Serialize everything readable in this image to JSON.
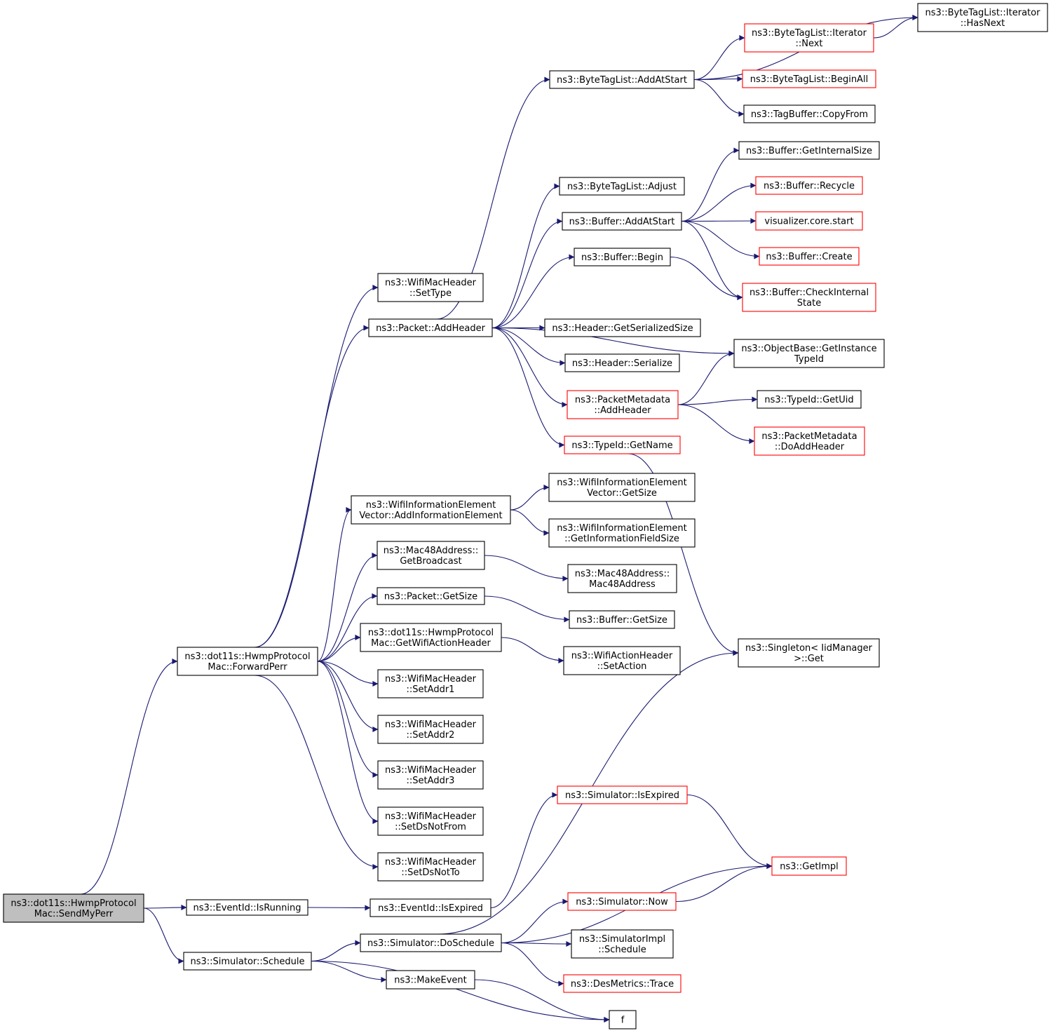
{
  "colors": {
    "edge": "#191970",
    "normal_border": "#000000",
    "truncated_border": "#ff0000",
    "root_fill": "#bfbfbf",
    "fill": "#ffffff"
  },
  "nodes": [
    {
      "id": "sendmyperr",
      "lines": [
        "ns3::dot11s::HwmpProtocol",
        "Mac::SendMyPerr"
      ],
      "style": "root"
    },
    {
      "id": "forwardperr",
      "lines": [
        "ns3::dot11s::HwmpProtocol",
        "Mac::ForwardPerr"
      ],
      "style": "normal"
    },
    {
      "id": "eventid_isrunning",
      "lines": [
        "ns3::EventId::IsRunning"
      ],
      "style": "normal"
    },
    {
      "id": "sim_schedule",
      "lines": [
        "ns3::Simulator::Schedule"
      ],
      "style": "normal"
    },
    {
      "id": "settype",
      "lines": [
        "ns3::WifiMacHeader",
        "::SetType"
      ],
      "style": "normal"
    },
    {
      "id": "packet_addheader",
      "lines": [
        "ns3::Packet::AddHeader"
      ],
      "style": "normal"
    },
    {
      "id": "addinfoelem",
      "lines": [
        "ns3::WifiInformationElement",
        "Vector::AddInformationElement"
      ],
      "style": "normal"
    },
    {
      "id": "getbroadcast",
      "lines": [
        "ns3::Mac48Address::",
        "GetBroadcast"
      ],
      "style": "normal"
    },
    {
      "id": "packet_getsize",
      "lines": [
        "ns3::Packet::GetSize"
      ],
      "style": "normal"
    },
    {
      "id": "getwifiactionheader",
      "lines": [
        "ns3::dot11s::HwmpProtocol",
        "Mac::GetWifiActionHeader"
      ],
      "style": "normal"
    },
    {
      "id": "setaddr1",
      "lines": [
        "ns3::WifiMacHeader",
        "::SetAddr1"
      ],
      "style": "normal"
    },
    {
      "id": "setaddr2",
      "lines": [
        "ns3::WifiMacHeader",
        "::SetAddr2"
      ],
      "style": "normal"
    },
    {
      "id": "setaddr3",
      "lines": [
        "ns3::WifiMacHeader",
        "::SetAddr3"
      ],
      "style": "normal"
    },
    {
      "id": "setdsnotfrom",
      "lines": [
        "ns3::WifiMacHeader",
        "::SetDsNotFrom"
      ],
      "style": "normal"
    },
    {
      "id": "setdsnotto",
      "lines": [
        "ns3::WifiMacHeader",
        "::SetDsNotTo"
      ],
      "style": "normal"
    },
    {
      "id": "eventid_isexpired",
      "lines": [
        "ns3::EventId::IsExpired"
      ],
      "style": "normal"
    },
    {
      "id": "sim_doschedule",
      "lines": [
        "ns3::Simulator::DoSchedule"
      ],
      "style": "normal"
    },
    {
      "id": "makeevent",
      "lines": [
        "ns3::MakeEvent"
      ],
      "style": "normal"
    },
    {
      "id": "bytetag_addatstart",
      "lines": [
        "ns3::ByteTagList::AddAtStart"
      ],
      "style": "normal"
    },
    {
      "id": "bytetag_adjust",
      "lines": [
        "ns3::ByteTagList::Adjust"
      ],
      "style": "normal"
    },
    {
      "id": "buffer_addatstart",
      "lines": [
        "ns3::Buffer::AddAtStart"
      ],
      "style": "normal"
    },
    {
      "id": "buffer_begin",
      "lines": [
        "ns3::Buffer::Begin"
      ],
      "style": "normal"
    },
    {
      "id": "header_getserializedsize",
      "lines": [
        "ns3::Header::GetSerializedSize"
      ],
      "style": "normal"
    },
    {
      "id": "header_serialize",
      "lines": [
        "ns3::Header::Serialize"
      ],
      "style": "normal"
    },
    {
      "id": "pm_addheader",
      "lines": [
        "ns3::PacketMetadata",
        "::AddHeader"
      ],
      "style": "truncated"
    },
    {
      "id": "typeid_getname",
      "lines": [
        "ns3::TypeId::GetName"
      ],
      "style": "truncated"
    },
    {
      "id": "wie_getsize",
      "lines": [
        "ns3::WifiInformationElement",
        "Vector::GetSize"
      ],
      "style": "normal"
    },
    {
      "id": "wie_getinfofieldsize",
      "lines": [
        "ns3::WifiInformationElement",
        "::GetInformationFieldSize"
      ],
      "style": "normal"
    },
    {
      "id": "mac48address",
      "lines": [
        "ns3::Mac48Address::",
        "Mac48Address"
      ],
      "style": "normal"
    },
    {
      "id": "buffer_getsize",
      "lines": [
        "ns3::Buffer::GetSize"
      ],
      "style": "normal"
    },
    {
      "id": "wifiactionheader_setaction",
      "lines": [
        "ns3::WifiActionHeader",
        "::SetAction"
      ],
      "style": "normal"
    },
    {
      "id": "sim_isexpired",
      "lines": [
        "ns3::Simulator::IsExpired"
      ],
      "style": "truncated"
    },
    {
      "id": "sim_now",
      "lines": [
        "ns3::Simulator::Now"
      ],
      "style": "truncated"
    },
    {
      "id": "simimpl_schedule",
      "lines": [
        "ns3::SimulatorImpl",
        "::Schedule"
      ],
      "style": "normal"
    },
    {
      "id": "desmetrics_trace",
      "lines": [
        "ns3::DesMetrics::Trace"
      ],
      "style": "truncated"
    },
    {
      "id": "f",
      "lines": [
        "f"
      ],
      "style": "normal"
    },
    {
      "id": "iter_hasnext",
      "lines": [
        "ns3::ByteTagList::Iterator",
        "::HasNext"
      ],
      "style": "normal"
    },
    {
      "id": "iter_next",
      "lines": [
        "ns3::ByteTagList::Iterator",
        "::Next"
      ],
      "style": "truncated"
    },
    {
      "id": "bytetag_beginall",
      "lines": [
        "ns3::ByteTagList::BeginAll"
      ],
      "style": "truncated"
    },
    {
      "id": "tagbuffer_copyfrom",
      "lines": [
        "ns3::TagBuffer::CopyFrom"
      ],
      "style": "normal"
    },
    {
      "id": "buffer_getinternalsize",
      "lines": [
        "ns3::Buffer::GetInternalSize"
      ],
      "style": "normal"
    },
    {
      "id": "buffer_recycle",
      "lines": [
        "ns3::Buffer::Recycle"
      ],
      "style": "truncated"
    },
    {
      "id": "viz_core_start",
      "lines": [
        "visualizer.core.start"
      ],
      "style": "truncated"
    },
    {
      "id": "buffer_create",
      "lines": [
        "ns3::Buffer::Create"
      ],
      "style": "truncated"
    },
    {
      "id": "buffer_checkinternalstate",
      "lines": [
        "ns3::Buffer::CheckInternal",
        "State"
      ],
      "style": "truncated"
    },
    {
      "id": "objectbase_getinstancetypeid",
      "lines": [
        "ns3::ObjectBase::GetInstance",
        "TypeId"
      ],
      "style": "normal"
    },
    {
      "id": "typeid_getuid",
      "lines": [
        "ns3::TypeId::GetUid"
      ],
      "style": "normal"
    },
    {
      "id": "pm_doaddheader",
      "lines": [
        "ns3::PacketMetadata",
        "::DoAddHeader"
      ],
      "style": "truncated"
    },
    {
      "id": "singleton_get",
      "lines": [
        "ns3::Singleton< IidManager",
        " >::Get"
      ],
      "style": "normal"
    },
    {
      "id": "getimpl",
      "lines": [
        "ns3::GetImpl"
      ],
      "style": "truncated"
    }
  ],
  "edges": [
    [
      "sendmyperr",
      "forwardperr"
    ],
    [
      "sendmyperr",
      "eventid_isrunning"
    ],
    [
      "sendmyperr",
      "sim_schedule"
    ],
    [
      "forwardperr",
      "settype"
    ],
    [
      "forwardperr",
      "packet_addheader"
    ],
    [
      "forwardperr",
      "addinfoelem"
    ],
    [
      "forwardperr",
      "getbroadcast"
    ],
    [
      "forwardperr",
      "packet_getsize"
    ],
    [
      "forwardperr",
      "getwifiactionheader"
    ],
    [
      "forwardperr",
      "setaddr1"
    ],
    [
      "forwardperr",
      "setaddr2"
    ],
    [
      "forwardperr",
      "setaddr3"
    ],
    [
      "forwardperr",
      "setdsnotfrom"
    ],
    [
      "forwardperr",
      "setdsnotto"
    ],
    [
      "eventid_isrunning",
      "eventid_isexpired"
    ],
    [
      "sim_schedule",
      "sim_doschedule"
    ],
    [
      "sim_schedule",
      "makeevent"
    ],
    [
      "sim_schedule",
      "f"
    ],
    [
      "packet_addheader",
      "bytetag_addatstart"
    ],
    [
      "packet_addheader",
      "bytetag_adjust"
    ],
    [
      "packet_addheader",
      "buffer_addatstart"
    ],
    [
      "packet_addheader",
      "buffer_begin"
    ],
    [
      "packet_addheader",
      "header_getserializedsize"
    ],
    [
      "packet_addheader",
      "header_serialize"
    ],
    [
      "packet_addheader",
      "pm_addheader"
    ],
    [
      "packet_addheader",
      "typeid_getname"
    ],
    [
      "packet_addheader",
      "objectbase_getinstancetypeid"
    ],
    [
      "addinfoelem",
      "wie_getsize"
    ],
    [
      "addinfoelem",
      "wie_getinfofieldsize"
    ],
    [
      "getbroadcast",
      "mac48address"
    ],
    [
      "packet_getsize",
      "buffer_getsize"
    ],
    [
      "getwifiactionheader",
      "wifiactionheader_setaction"
    ],
    [
      "eventid_isexpired",
      "sim_isexpired"
    ],
    [
      "sim_doschedule",
      "singleton_get"
    ],
    [
      "sim_doschedule",
      "getimpl"
    ],
    [
      "sim_doschedule",
      "sim_now"
    ],
    [
      "sim_doschedule",
      "simimpl_schedule"
    ],
    [
      "sim_doschedule",
      "desmetrics_trace"
    ],
    [
      "makeevent",
      "f"
    ],
    [
      "bytetag_addatstart",
      "iter_hasnext"
    ],
    [
      "bytetag_addatstart",
      "iter_next"
    ],
    [
      "bytetag_addatstart",
      "bytetag_beginall"
    ],
    [
      "bytetag_addatstart",
      "tagbuffer_copyfrom"
    ],
    [
      "iter_next",
      "iter_hasnext"
    ],
    [
      "buffer_addatstart",
      "buffer_getinternalsize"
    ],
    [
      "buffer_addatstart",
      "buffer_recycle"
    ],
    [
      "buffer_addatstart",
      "viz_core_start"
    ],
    [
      "buffer_addatstart",
      "buffer_create"
    ],
    [
      "buffer_addatstart",
      "buffer_checkinternalstate"
    ],
    [
      "buffer_begin",
      "buffer_checkinternalstate"
    ],
    [
      "pm_addheader",
      "objectbase_getinstancetypeid"
    ],
    [
      "pm_addheader",
      "typeid_getuid"
    ],
    [
      "pm_addheader",
      "pm_doaddheader"
    ],
    [
      "typeid_getname",
      "singleton_get"
    ],
    [
      "sim_isexpired",
      "getimpl"
    ],
    [
      "sim_now",
      "getimpl"
    ]
  ]
}
